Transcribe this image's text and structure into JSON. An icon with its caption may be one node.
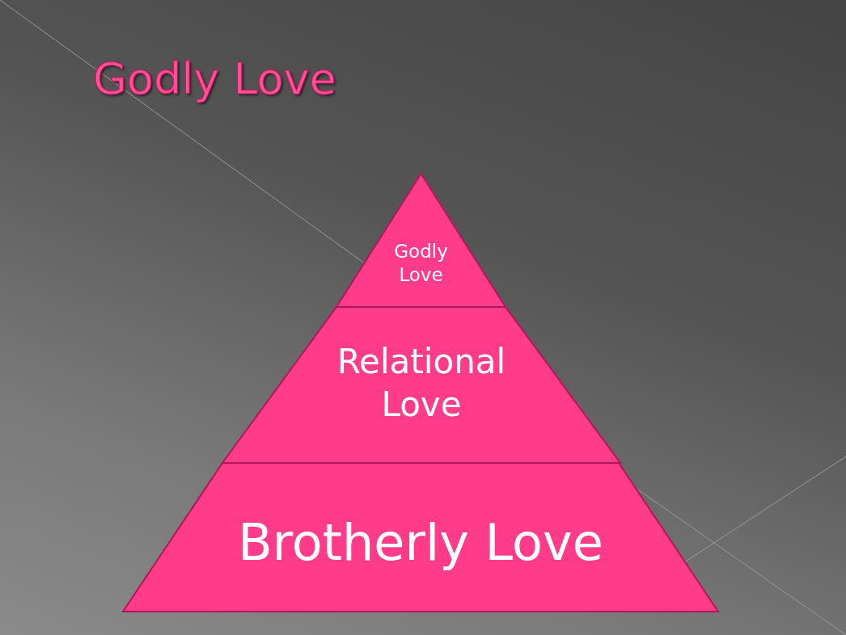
{
  "diagram": {
    "title": "Godly Love",
    "nodes": [
      {
        "text": [
          "Godly Love"
        ]
      },
      {
        "text": [
          "Relational Love"
        ]
      },
      {
        "text": [
          "Brotherly Love"
        ]
      }
    ]
  }
}
